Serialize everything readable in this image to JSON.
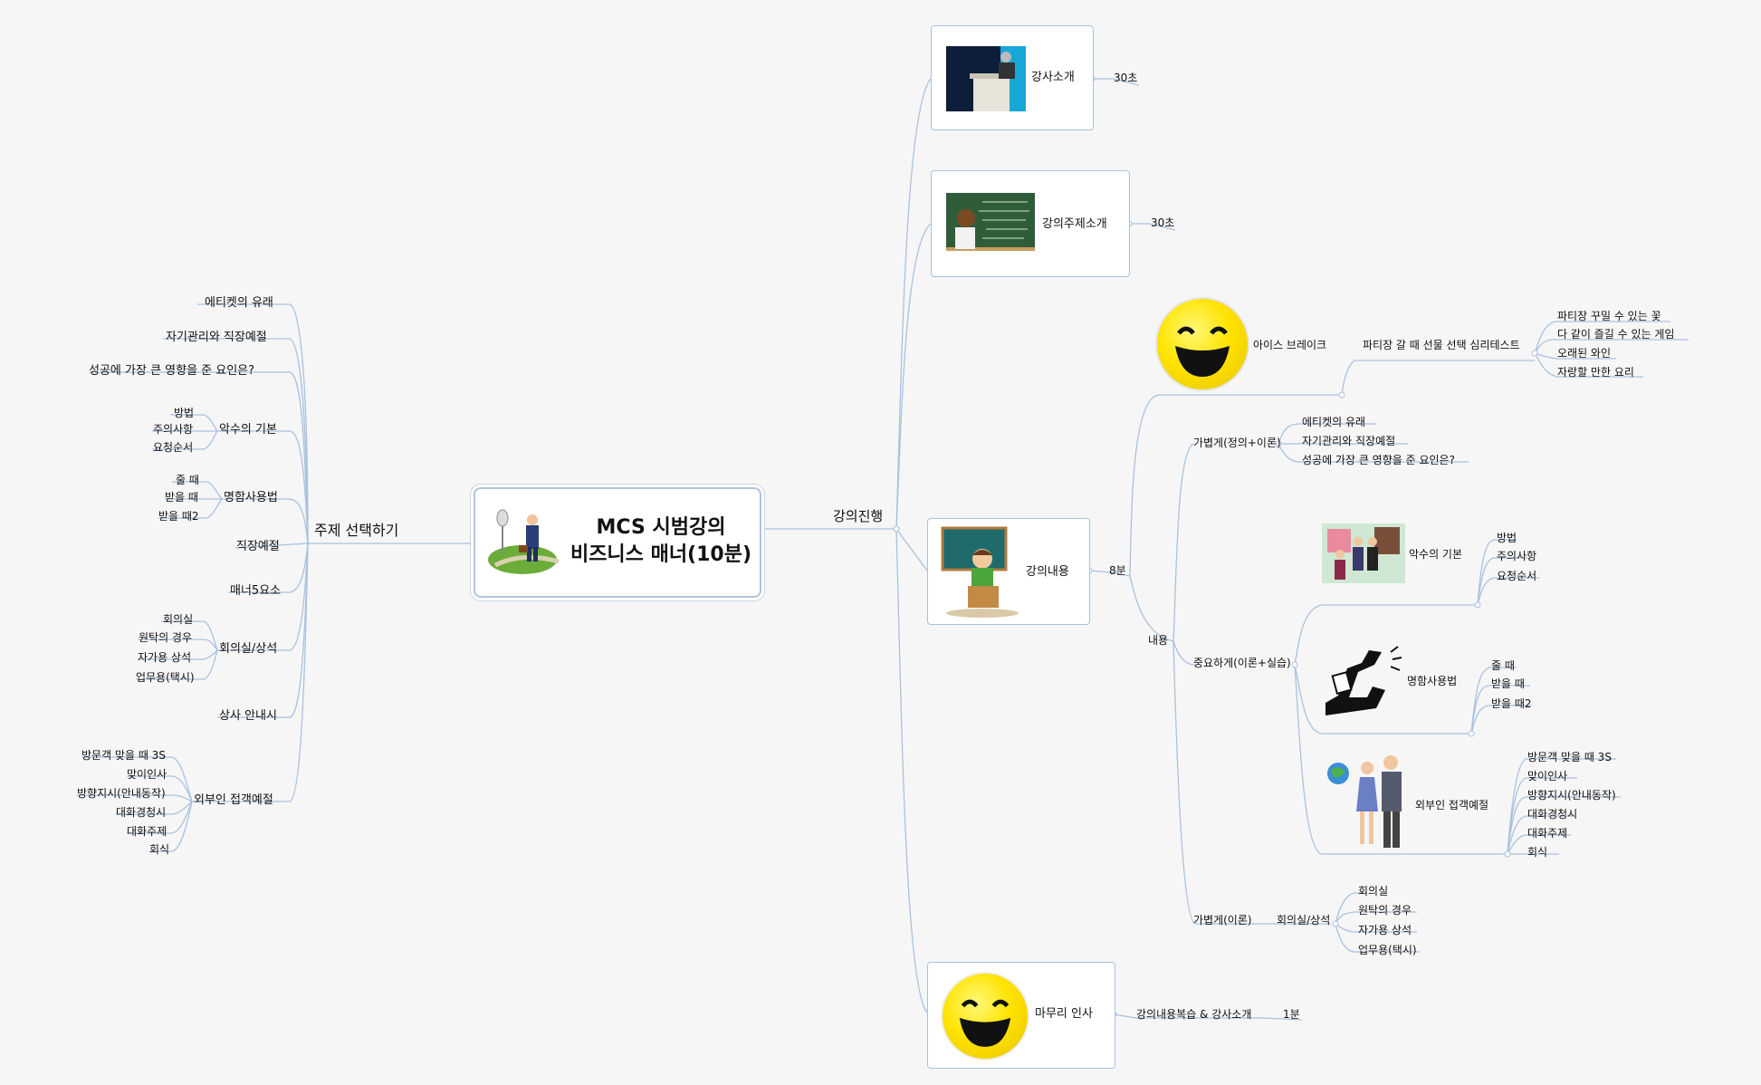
{
  "center": {
    "line1": "MCS 시범강의",
    "line2": "비즈니스 매너(10분)"
  },
  "left": {
    "main": "주제 선택하기",
    "items": [
      "에티켓의 유래",
      "자기관리와 직장예절",
      "성공에 가장 큰 영향을 준 요인은?",
      "악수의 기본",
      "명함사용법",
      "직장예절",
      "매너5요소",
      "회의실/상석",
      "상사 안내시",
      "외부인 접객예절"
    ],
    "handshake_sub": [
      "방법",
      "주의사항",
      "요청순서"
    ],
    "card_sub": [
      "줄 때",
      "받을 때",
      "받을 때2"
    ],
    "meeting_sub": [
      "회의실",
      "원탁의 경우",
      "자가용 상석",
      "업무용(택시)"
    ],
    "visitor_sub": [
      "방문객 맞을 때 3S",
      "맞이인사",
      "방향지시(안내동작)",
      "대화경청시",
      "대화주제",
      "회식"
    ]
  },
  "right": {
    "main": "강의진행",
    "intro": {
      "label": "강사소개",
      "time": "30초"
    },
    "topic": {
      "label": "강의주제소개",
      "time": "30초"
    },
    "content": {
      "label": "강의내용",
      "time": "8분"
    },
    "ice": {
      "label": "아이스 브레이크",
      "test": "파티장 갈 때 선물 선택 심리테스트",
      "options": [
        "파티장 꾸밀 수 있는 꽃",
        "다 같이 즐길 수 있는 게임",
        "오래된 와인",
        "자랑할 만한 요리"
      ]
    },
    "naeyong": "내용",
    "light1": {
      "label": "가볍게(정의+이론)",
      "items": [
        "에티켓의 유래",
        "자기관리와 직장예절",
        "성공에 가장 큰 영향을 준 요인은?"
      ]
    },
    "important": {
      "label": "중요하게(이론+실습)"
    },
    "handshake": {
      "label": "악수의 기본",
      "items": [
        "방법",
        "주의사항",
        "요청순서"
      ]
    },
    "card": {
      "label": "명함사용법",
      "items": [
        "줄 때",
        "받을 때",
        "받을 때2"
      ]
    },
    "visitor": {
      "label": "외부인 접객예절",
      "items": [
        "방문객 맞을 때 3S",
        "맞이인사",
        "방향지시(안내동작)",
        "대화경청시",
        "대화주제",
        "회식"
      ]
    },
    "light2": {
      "label": "가볍게(이론)",
      "room": "회의실/상석",
      "items": [
        "회의실",
        "원탁의 경우",
        "자가용 상석",
        "업무용(택시)"
      ]
    },
    "closing": {
      "label": "마무리 인사",
      "review": "강의내용복습 & 강사소개",
      "time": "1분"
    }
  },
  "colors": {
    "link": "#a9c1df",
    "background": "#f6f6f6",
    "smiley": "#ffe300"
  }
}
